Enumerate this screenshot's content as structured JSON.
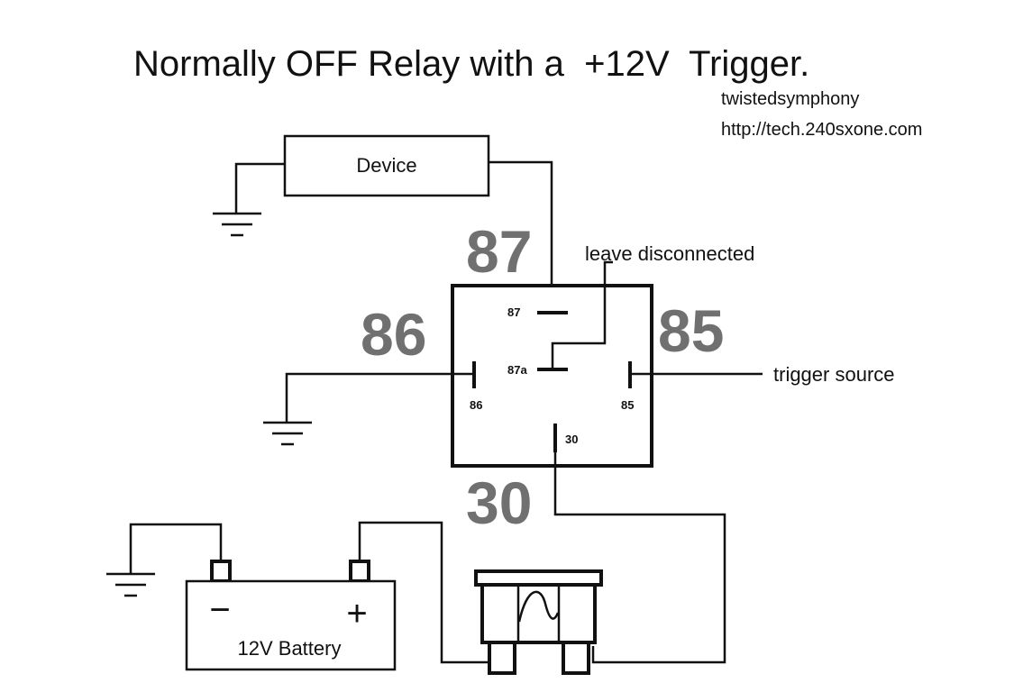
{
  "title": "Normally OFF Relay with a  +12V  Trigger.",
  "credit": {
    "author": "twistedsymphony",
    "site": "http://tech.240sxone.com"
  },
  "components": {
    "device_label": "Device",
    "battery_label": "12V Battery",
    "battery_minus": "−",
    "battery_plus": "+"
  },
  "relay": {
    "big_labels": {
      "p87": "87",
      "p86": "86",
      "p85": "85",
      "p30": "30"
    },
    "pin_labels": {
      "p87": "87",
      "p87a": "87a",
      "p86": "86",
      "p85": "85",
      "p30": "30"
    }
  },
  "annotations": {
    "leave_disconnected": "leave disconnected",
    "trigger_source": "trigger source"
  }
}
